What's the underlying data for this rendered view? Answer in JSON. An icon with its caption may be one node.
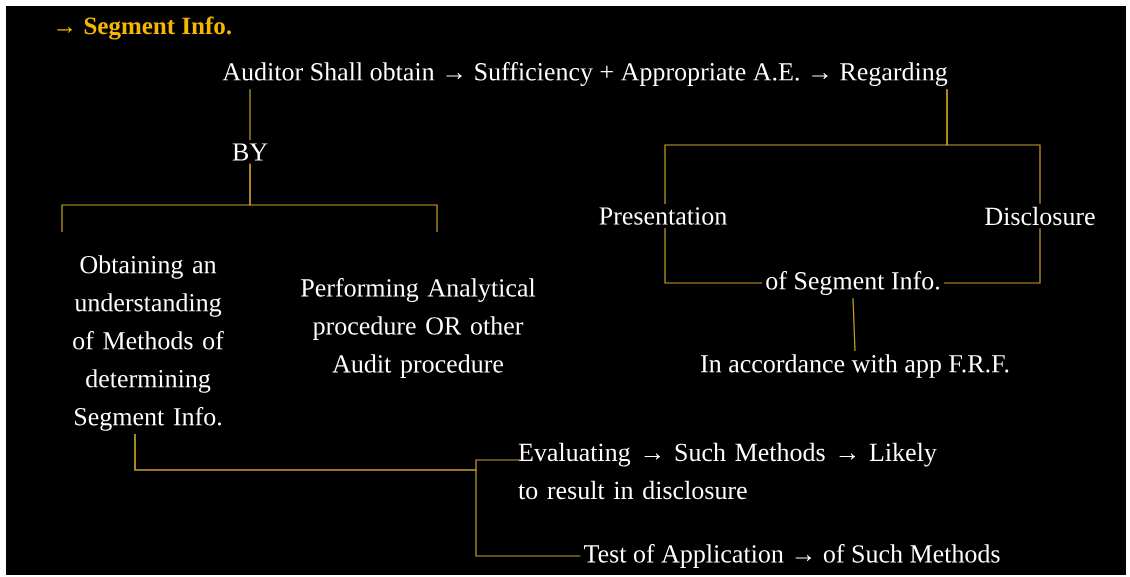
{
  "diagram": {
    "title": "→ Segment Info.",
    "nodes": [
      {
        "text": [
          "Auditor Shall obtain → Sufficiency + Appropriate A.E. → Regarding"
        ]
      },
      {
        "text": [
          "BY"
        ]
      },
      {
        "text": [
          "Obtaining an understanding of Methods of determining Segment Info."
        ]
      },
      {
        "text": [
          "Performing Analytical procedure OR other Audit procedure"
        ]
      },
      {
        "text": [
          "Presentation"
        ]
      },
      {
        "text": [
          "Disclosure"
        ]
      },
      {
        "text": [
          "of Segment Info."
        ]
      },
      {
        "text": [
          "In accordance with app F.R.F."
        ]
      },
      {
        "text": [
          "Evaluating → Such Methods → Likely to result in disclosure"
        ]
      },
      {
        "text": [
          "Test of Application → of Such Methods"
        ]
      }
    ],
    "edges": [
      {
        "from": 0,
        "to": 1,
        "arrow": "none"
      },
      {
        "from": 1,
        "to": 2,
        "arrow": "none"
      },
      {
        "from": 1,
        "to": 3,
        "arrow": "none"
      },
      {
        "from": 0,
        "to": 4,
        "arrow": "none"
      },
      {
        "from": 0,
        "to": 5,
        "arrow": "none"
      },
      {
        "from": 4,
        "to": 6,
        "arrow": "none"
      },
      {
        "from": 5,
        "to": 6,
        "arrow": "none"
      },
      {
        "from": 6,
        "to": 7,
        "arrow": "none"
      },
      {
        "from": 2,
        "to": 8,
        "arrow": "none"
      },
      {
        "from": 2,
        "to": 9,
        "arrow": "none"
      }
    ]
  }
}
